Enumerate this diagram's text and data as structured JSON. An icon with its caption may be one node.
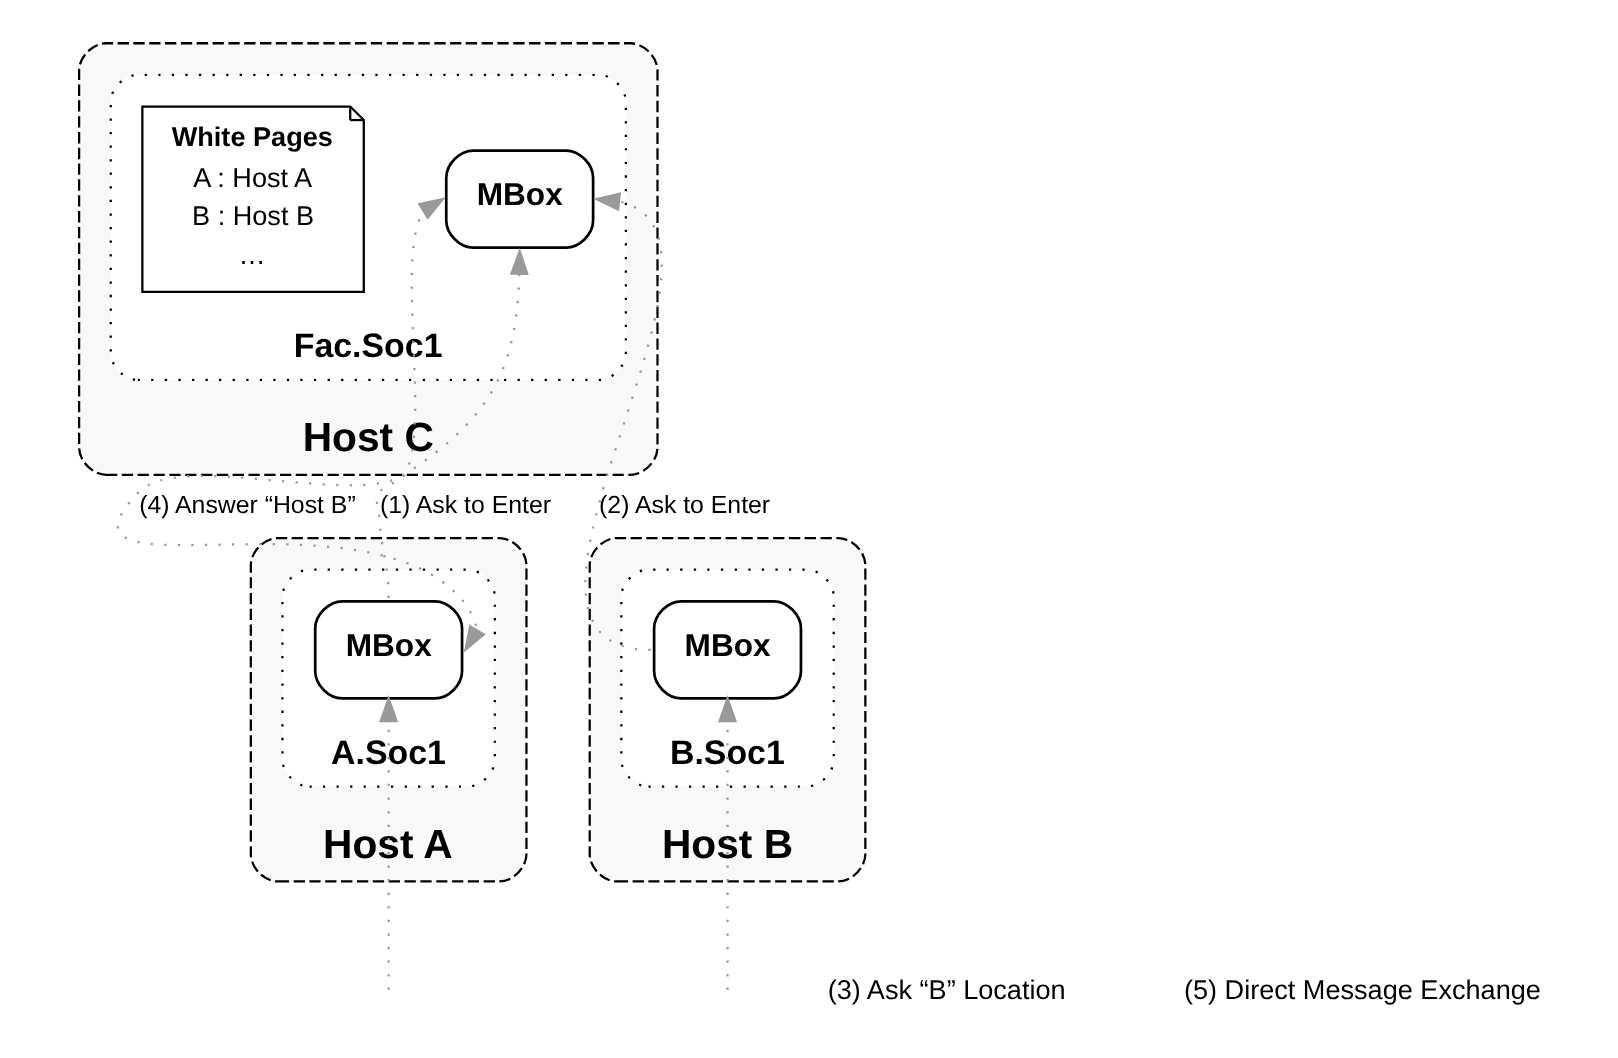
{
  "diagram": {
    "nodes": [
      {
        "text": [
          "Host C"
        ]
      },
      {
        "text": [
          "Fac.Soc1"
        ],
        "in": 0
      },
      {
        "text": [
          "MBox"
        ],
        "in": 1
      },
      {
        "text": [
          "White Pages",
          "A : Host A",
          "B : Host B",
          "…"
        ],
        "in": 1
      },
      {
        "text": [
          "Host A"
        ]
      },
      {
        "text": [
          "A.Soc1"
        ],
        "in": 4
      },
      {
        "text": [
          "MBox"
        ],
        "in": 5
      },
      {
        "text": [
          "Host B"
        ]
      },
      {
        "text": [
          "B.Soc1"
        ],
        "in": 7
      },
      {
        "text": [
          "MBox"
        ],
        "in": 8
      }
    ],
    "edges": [
      {
        "from": 6,
        "to": 2,
        "arrow": "to",
        "label": "(1) Ask to Enter"
      },
      {
        "from": 9,
        "to": 2,
        "arrow": "to",
        "label": "(2) Ask to Enter"
      },
      {
        "from": 2,
        "to": 6,
        "arrow": "both",
        "label": "(4) Answer “Host B”"
      },
      {
        "from": null,
        "to": 6,
        "arrow": "to"
      },
      {
        "from": null,
        "to": 9,
        "arrow": "to"
      }
    ],
    "labels": [
      "(3) Ask “B” Location",
      "(5) Direct Message Exchange"
    ]
  }
}
